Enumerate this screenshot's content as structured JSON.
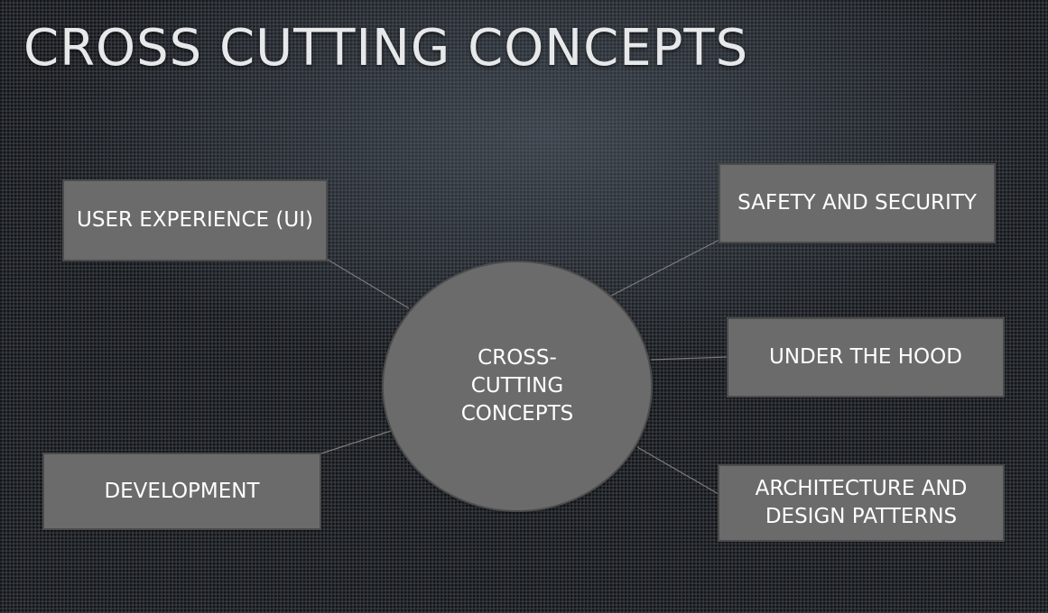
{
  "slide": {
    "title": "CROSS CUTTING CONCEPTS"
  },
  "diagram": {
    "center": {
      "line1": "CROSS-",
      "line2": "CUTTING",
      "line3": "CONCEPTS"
    },
    "nodes": {
      "user_experience": "USER EXPERIENCE (UI)",
      "safety_security": "SAFETY AND SECURITY",
      "under_the_hood": "UNDER THE HOOD",
      "architecture_line1": "ARCHITECTURE AND",
      "architecture_line2": "DESIGN PATTERNS",
      "development": "DEVELOPMENT"
    }
  },
  "colors": {
    "background": "#2b2f35",
    "shape_fill": "#6b6b6b",
    "shape_border": "#4c4c4c",
    "connector": "#7a7a7a",
    "title_text": "#e7e8ea",
    "shape_text": "#ffffff"
  }
}
